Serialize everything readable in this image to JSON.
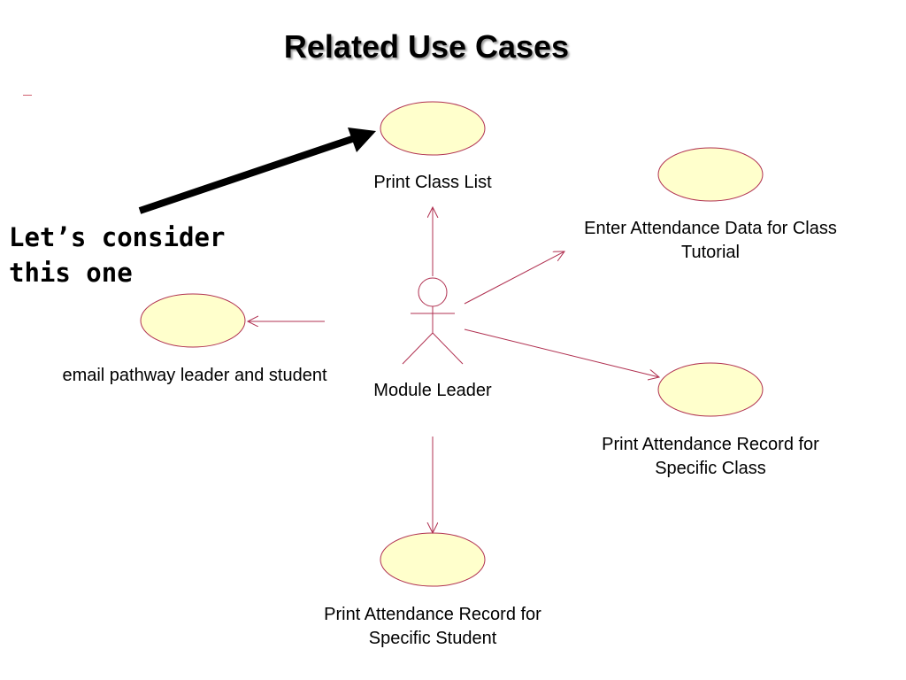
{
  "slide": {
    "title": "Related Use Cases",
    "callout": "Let’s consider this one"
  },
  "diagram": {
    "actor": {
      "label": "Module Leader"
    },
    "use_cases": [
      {
        "id": "print-class-list",
        "label": "Print Class List"
      },
      {
        "id": "enter-attendance",
        "label": "Enter Attendance Data for Class Tutorial"
      },
      {
        "id": "email-leader",
        "label": "email pathway leader and student"
      },
      {
        "id": "print-record-class",
        "label": "Print Attendance Record for Specific Class"
      },
      {
        "id": "print-record-student",
        "label": "Print Attendance Record for Specific Student"
      }
    ]
  },
  "colors": {
    "ellipse_fill": "#ffffcc",
    "line": "#b03050",
    "callout_arrow": "#000000"
  }
}
